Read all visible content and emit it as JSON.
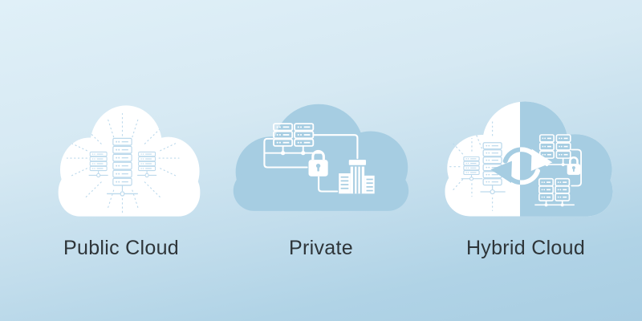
{
  "illustration": {
    "title_visible": false,
    "background_gradient": [
      "#e0f0f8",
      "#c2ddec",
      "#a9cee3"
    ]
  },
  "figures": [
    {
      "id": "public",
      "label": "Public Cloud",
      "cloud_color": "#ffffff",
      "art_color": "#bcd9ec",
      "icons": [
        "server-rack-large",
        "server-rack-small-left",
        "server-rack-small-right",
        "network-rays"
      ]
    },
    {
      "id": "private",
      "label": "Private",
      "cloud_color": "#a6cde2",
      "art_color": "#ffffff",
      "icons": [
        "server-stacks",
        "connector-lines",
        "padlock",
        "office-building"
      ]
    },
    {
      "id": "hybrid",
      "label": "Hybrid Cloud",
      "cloud_color_left": "#ffffff",
      "cloud_color_right": "#a6cde2",
      "art_color_left": "#bcd9ec",
      "art_color_right": "#ffffff",
      "icons": [
        "server-rack-large",
        "server-rack-small",
        "network-rays",
        "sync-arrows",
        "server-stacks-top",
        "padlock",
        "server-stacks-bottom",
        "connector-bracket"
      ]
    }
  ],
  "label_color": "#2e3539"
}
